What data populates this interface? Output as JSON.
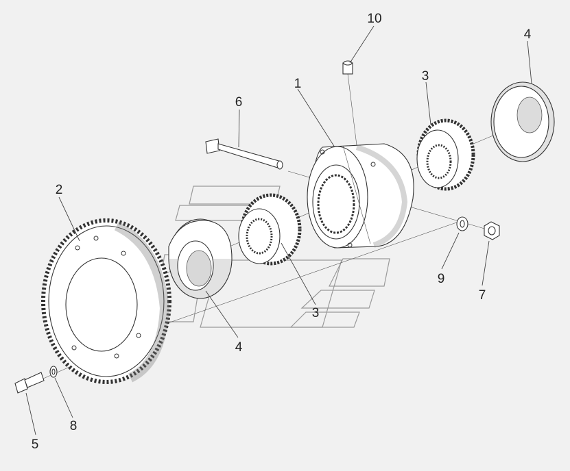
{
  "callouts": [
    {
      "id": "label-1",
      "text": "1"
    },
    {
      "id": "label-2",
      "text": "2"
    },
    {
      "id": "label-3-right",
      "text": "3"
    },
    {
      "id": "label-3-center",
      "text": "3"
    },
    {
      "id": "label-4-right",
      "text": "4"
    },
    {
      "id": "label-4-center",
      "text": "4"
    },
    {
      "id": "label-5",
      "text": "5"
    },
    {
      "id": "label-6",
      "text": "6"
    },
    {
      "id": "label-7",
      "text": "7"
    },
    {
      "id": "label-8",
      "text": "8"
    },
    {
      "id": "label-9",
      "text": "9"
    },
    {
      "id": "label-10",
      "text": "10"
    }
  ],
  "colors": {
    "background": "#f1f1f1",
    "part_fill": "#ffffff",
    "part_shade": "#d6d6d6",
    "line": "#333333",
    "watermark": "#9a9a9a"
  }
}
